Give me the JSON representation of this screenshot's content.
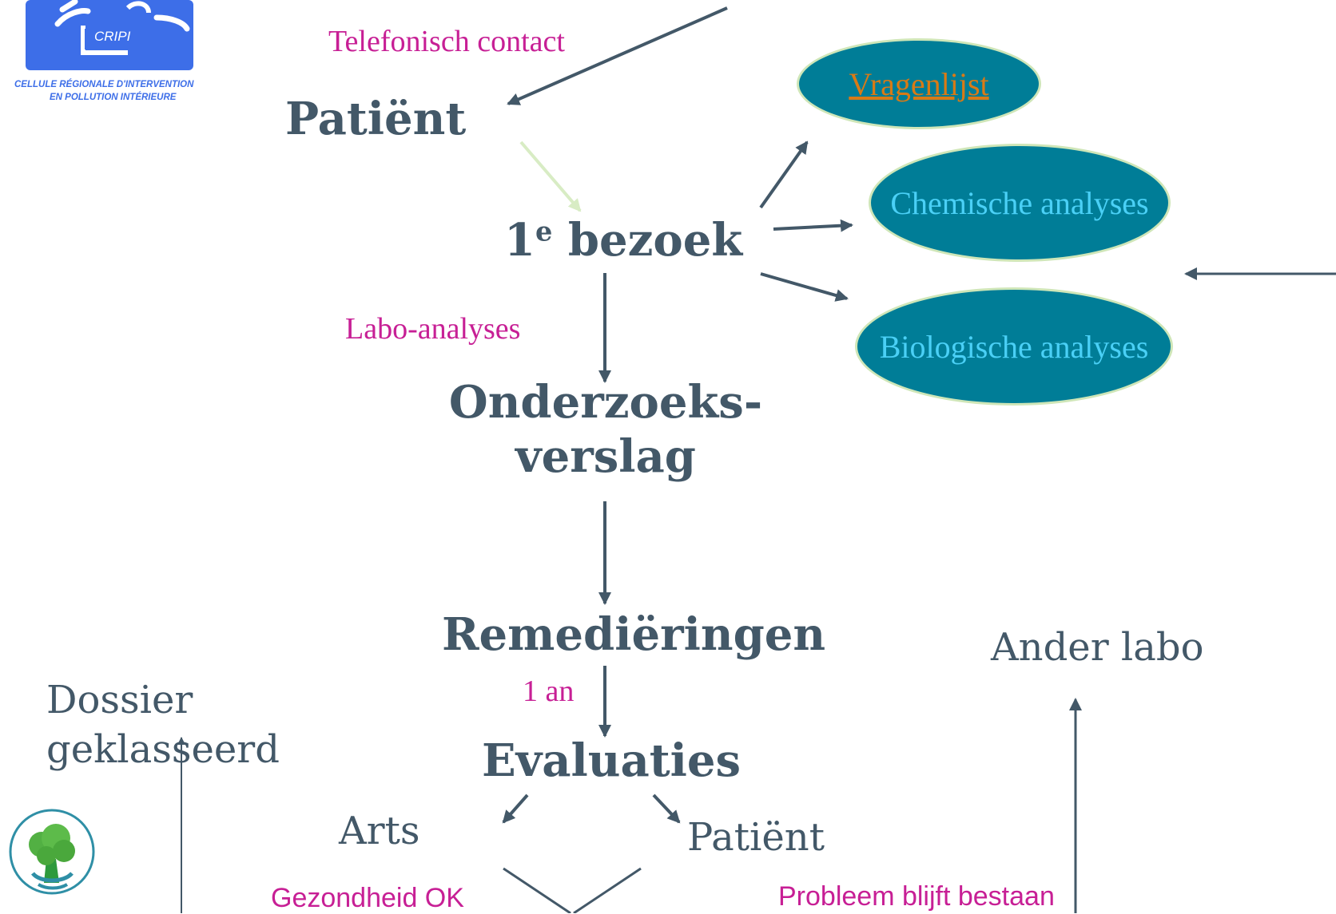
{
  "logos": {
    "cripi": {
      "badge_text": "CRIPI",
      "tagline_line1": "CELLULE RÉGIONALE D'INTERVENTION",
      "tagline_line2": "EN POLLUTION INTÉRIEURE",
      "color": "#3d6ee8"
    },
    "tree": {
      "icon": "tree-icon"
    }
  },
  "labels": {
    "telefonisch_contact": "Telefonisch contact",
    "labo_analyses": "Labo-analyses",
    "one_an": "1 an",
    "gezondheid_ok": "Gezondheid OK",
    "probleem_blijft": "Probleem blijft bestaan"
  },
  "nodes": {
    "patient_top": "Patiënt",
    "bezoek_num": "1",
    "bezoek_sup": "e",
    "bezoek_word": "bezoek",
    "onderzoek_line1": "Onderzoeks-",
    "onderzoek_line2": "verslag",
    "remedieringen": "Remediëringen",
    "evaluaties": "Evaluaties",
    "arts": "Arts",
    "patient_bottom": "Patiënt",
    "dossier_line1": "Dossier",
    "dossier_line2": "geklasseerd",
    "ander_labo": "Ander labo"
  },
  "ellipses": {
    "vragenlijst": "Vragenlijst",
    "chemische": "Chemische analyses",
    "biologische": "Biologische analyses"
  },
  "colors": {
    "node_text": "#435868",
    "arrow": "#435868",
    "label": "#c71f95",
    "ellipse_fill": "#007d97",
    "ellipse_border": "#cfe6b8",
    "link": "#d87a16",
    "ellipse_text": "#4ad0f6",
    "light_arrow": "#d8ecc4"
  }
}
